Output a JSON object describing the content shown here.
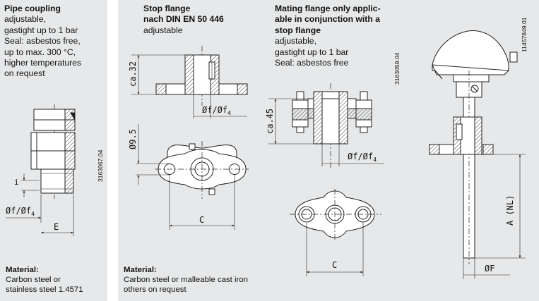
{
  "panels": {
    "pipe_coupling": {
      "title": "Pipe coupling",
      "lines": [
        "adjustable,",
        "gastight up to 1 bar",
        "Seal: asbestos free,",
        "up to max. 300 °C,",
        "higher temperatures",
        "on request"
      ],
      "material_label": "Material:",
      "material_lines": [
        "Carbon steel or",
        "stainless steel 1.4571"
      ],
      "drawing_code": "3163067.04",
      "dims": {
        "diameter": "Øf/Øf",
        "diameter_sub": "4",
        "length": "E",
        "small": "i"
      }
    },
    "stop_flange": {
      "title_lines": [
        "Stop flange",
        "nach DIN EN 50 446"
      ],
      "lines": [
        "adjustable"
      ],
      "material_label": "Material:",
      "material_lines": [
        "Carbon steel or malleable cast iron",
        "others on request"
      ],
      "dims": {
        "height": "ca.32",
        "diameter": "Øf/Øf",
        "diameter_sub": "4",
        "hole": "Ø9.5",
        "pitch": "C"
      }
    },
    "mating_flange": {
      "title_lines": [
        "Mating flange only applic-",
        "able in conjunction with a",
        "stop flange"
      ],
      "lines": [
        "adjustable,",
        "gastight up to 1 bar",
        "Seal: asbestos free"
      ],
      "drawing_code": "3163059.04",
      "dims": {
        "height": "ca.45",
        "diameter": "Øf/Øf",
        "diameter_sub": "4",
        "pitch": "C"
      }
    },
    "assembly": {
      "drawing_code": "11457849.01",
      "dims": {
        "length": "A (NL)",
        "diameter": "ØF"
      }
    }
  },
  "colors": {
    "panel_bg": "#e7e8e9",
    "line": "#222222",
    "hatch": "#444444"
  }
}
